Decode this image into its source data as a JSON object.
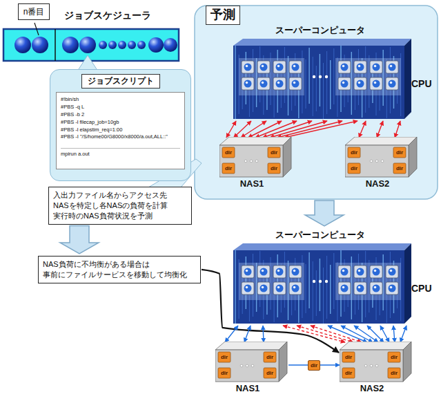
{
  "diagram": {
    "nodes": [
      {
        "text": [
          "n番目"
        ]
      },
      {
        "text": [
          "ジョブスケジューラ"
        ]
      },
      {
        "text": [
          "ジョブスクリプト",
          "#!bin/sh",
          "#PBS -q L",
          "#PBS -b 2",
          "#PBS -l filecap_job=10gb",
          "#PBS -l elapstim_req=1:00",
          "#PBS -I \"/S/home00/G8000/x8000/a.out,ALL::\"",
          "mpirun a.out"
        ]
      },
      {
        "text": [
          "入出力ファイル名からアクセス先 NASを特定し各NASの負荷を計算 実行時のNAS負荷状況を予測"
        ]
      },
      {
        "text": [
          "NAS負荷に不均衡がある場合は 事前にファイルサービスを移動して均衡化"
        ]
      },
      {
        "text": [
          "予測"
        ]
      },
      {
        "text": [
          "スーパーコンピュータ",
          "CPU"
        ],
        "in": 5
      },
      {
        "text": [
          "dir",
          "dir",
          "dir",
          "dir",
          "NAS1"
        ],
        "in": 5
      },
      {
        "text": [
          "dir",
          "dir",
          "dir",
          "dir",
          "NAS2"
        ],
        "in": 5
      },
      {
        "text": [
          "スーパーコンピュータ",
          "CPU"
        ]
      },
      {
        "text": [
          "dir",
          "dir",
          "dir",
          "dir",
          "NAS1"
        ]
      },
      {
        "text": [
          "dir",
          "dir",
          "dir",
          "dir",
          "NAS2"
        ]
      }
    ],
    "edges": [
      {
        "from": 6,
        "to": 7,
        "arrow": "both"
      },
      {
        "from": 6,
        "to": 8,
        "arrow": "both"
      },
      {
        "from": 5,
        "to": 9,
        "arrow": "to"
      },
      {
        "from": 3,
        "to": 4,
        "arrow": "to"
      },
      {
        "from": 4,
        "to": 11,
        "arrow": "to"
      },
      {
        "from": 9,
        "to": 10,
        "arrow": "both"
      },
      {
        "from": 9,
        "to": 11,
        "arrow": "both"
      },
      {
        "from": 10,
        "to": 11,
        "arrow": "to"
      }
    ],
    "labels": [
      "dir"
    ]
  }
}
